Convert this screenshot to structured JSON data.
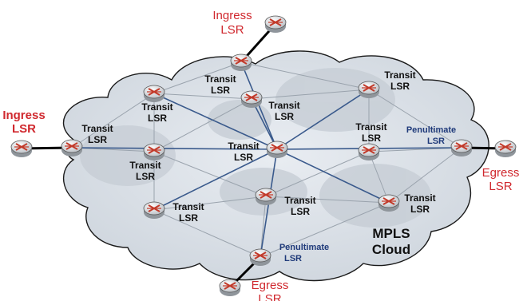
{
  "diagram": {
    "cloud_label": [
      "MPLS",
      "Cloud"
    ],
    "colors": {
      "cloud_fill": "#dde3ea",
      "cloud_stroke": "#1a1a1a",
      "core_link": "#3a5a8c",
      "mesh_link": "#9aa3ad",
      "access_link": "#000000",
      "edge_label": "#d0282e",
      "penultimate_label": "#1f3a7a"
    },
    "nodes": [
      {
        "id": "ingress_top",
        "lines": [
          "Ingress",
          "LSR"
        ],
        "style": "red"
      },
      {
        "id": "ingress_left",
        "lines": [
          "Ingress",
          "LSR"
        ],
        "style": "red-bold"
      },
      {
        "id": "egress_right",
        "lines": [
          "Egress",
          "LSR"
        ],
        "style": "red"
      },
      {
        "id": "egress_bottom",
        "lines": [
          "Egress",
          "LSR"
        ],
        "style": "red"
      },
      {
        "id": "transit_top",
        "lines": [
          "Transit",
          "LSR"
        ],
        "style": "transit"
      },
      {
        "id": "transit_upper_left",
        "lines": [
          "Transit",
          "LSR"
        ],
        "style": "transit"
      },
      {
        "id": "transit_inner_top",
        "lines": [
          "Transit",
          "LSR"
        ],
        "style": "transit"
      },
      {
        "id": "transit_upper_right",
        "lines": [
          "Transit",
          "LSR"
        ],
        "style": "transit"
      },
      {
        "id": "transit_left",
        "lines": [
          "Transit",
          "LSR"
        ],
        "style": "transit"
      },
      {
        "id": "transit_mid_left",
        "lines": [
          "Transit",
          "LSR"
        ],
        "style": "transit"
      },
      {
        "id": "transit_center",
        "lines": [
          "Transit",
          "LSR"
        ],
        "style": "transit"
      },
      {
        "id": "transit_mid_right",
        "lines": [
          "Transit",
          "LSR"
        ],
        "style": "transit"
      },
      {
        "id": "transit_lower_left",
        "lines": [
          "Transit",
          "LSR"
        ],
        "style": "transit"
      },
      {
        "id": "transit_lower_mid",
        "lines": [
          "Transit",
          "LSR"
        ],
        "style": "transit"
      },
      {
        "id": "transit_lower_right",
        "lines": [
          "Transit",
          "LSR"
        ],
        "style": "transit"
      },
      {
        "id": "penultimate_right",
        "lines": [
          "Penultimate",
          "LSR"
        ],
        "style": "blue"
      },
      {
        "id": "penultimate_bottom",
        "lines": [
          "Penultimate",
          "LSR"
        ],
        "style": "blue"
      }
    ]
  }
}
